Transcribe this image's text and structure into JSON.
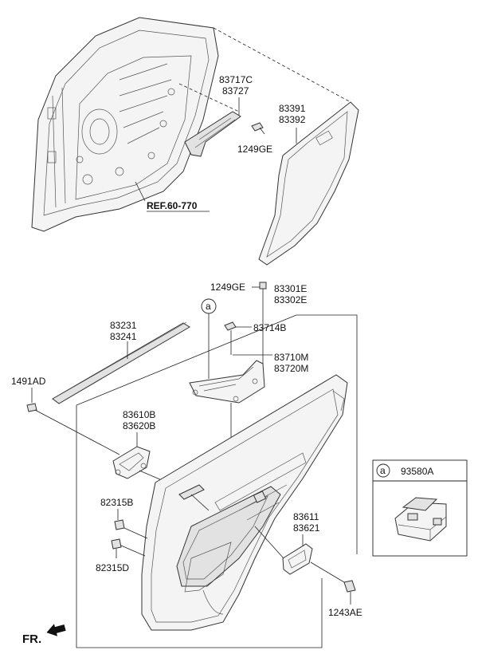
{
  "labels": {
    "p83717c": "83717C",
    "p83727": "83727",
    "p83391": "83391",
    "p83392": "83392",
    "p1249ge_top": "1249GE",
    "ref": "REF.60-770",
    "p1249ge_mid": "1249GE",
    "p83301e": "83301E",
    "p83302e": "83302E",
    "p83231": "83231",
    "p83241": "83241",
    "p83714b": "83714B",
    "p83710m": "83710M",
    "p83720m": "83720M",
    "p1491ad": "1491AD",
    "p83610b": "83610B",
    "p83620b": "83620B",
    "p82315b": "82315B",
    "p82315d": "82315D",
    "p83611": "83611",
    "p83621": "83621",
    "p1243ae": "1243AE",
    "callout_letter": "a",
    "fr": "FR."
  },
  "legend_box": {
    "letter": "a",
    "part": "93580A"
  }
}
